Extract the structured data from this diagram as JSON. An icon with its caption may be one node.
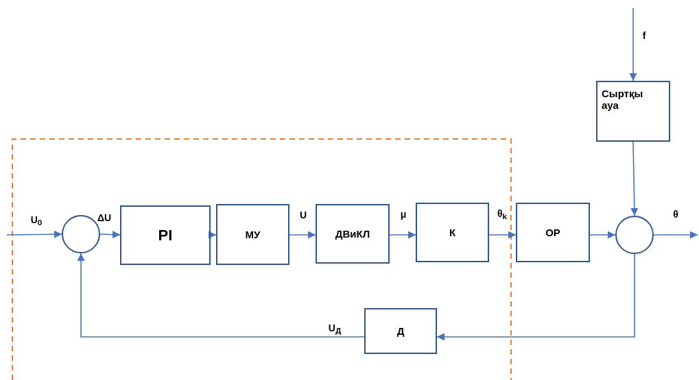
{
  "diagram": {
    "nodes": [
      {
        "text": [],
        "shape": "circle"
      },
      {
        "text": [
          "PI"
        ]
      },
      {
        "text": [
          "МУ"
        ]
      },
      {
        "text": [
          "ДВиКЛ"
        ]
      },
      {
        "text": [
          "К"
        ]
      },
      {
        "text": [
          "ОР"
        ]
      },
      {
        "text": [],
        "shape": "circle"
      },
      {
        "text": [
          "Сыртқы ауа"
        ]
      },
      {
        "text": [
          "Д"
        ]
      }
    ],
    "edges": [
      {
        "from": null,
        "to": 0,
        "arrow": "to",
        "label": "U$_{0}$"
      },
      {
        "from": 0,
        "to": 1,
        "arrow": "to",
        "label": "ΔU"
      },
      {
        "from": 1,
        "to": 2,
        "arrow": "to"
      },
      {
        "from": 2,
        "to": 3,
        "arrow": "to",
        "label": "U"
      },
      {
        "from": 3,
        "to": 4,
        "arrow": "to",
        "label": "μ"
      },
      {
        "from": 4,
        "to": 5,
        "arrow": "to",
        "label": "θ$_{k}$"
      },
      {
        "from": 5,
        "to": 6,
        "arrow": "to"
      },
      {
        "from": 6,
        "to": null,
        "arrow": "to",
        "label": "θ"
      },
      {
        "from": null,
        "to": 7,
        "arrow": "to",
        "label": "f"
      },
      {
        "from": 7,
        "to": 6,
        "arrow": "to"
      },
      {
        "from": 6,
        "to": 8,
        "arrow": "to"
      },
      {
        "from": 8,
        "to": 0,
        "arrow": "to",
        "label": "U$_{Д}$"
      }
    ]
  }
}
